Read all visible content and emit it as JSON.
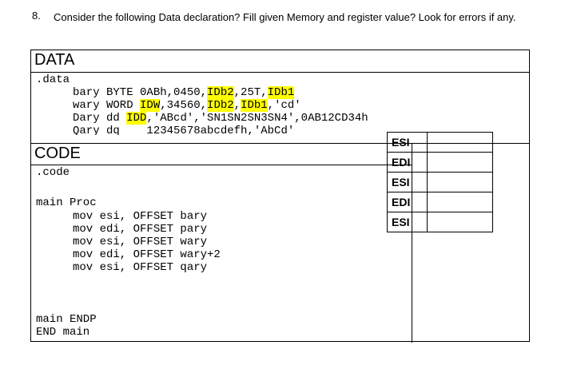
{
  "question": {
    "number": "8.",
    "text": "Consider the following Data declaration? Fill given Memory and register value? Look for errors if any."
  },
  "data_section": {
    "heading": "DATA",
    "directive": ".data",
    "lines": [
      [
        {
          "t": "bary BYTE 0ABh,0450,"
        },
        {
          "t": "IDb2",
          "hl": true
        },
        {
          "t": ",25T,"
        },
        {
          "t": "IDb1",
          "hl": true
        }
      ],
      [
        {
          "t": "wary WORD "
        },
        {
          "t": "IDW",
          "hl": true
        },
        {
          "t": ",34560,"
        },
        {
          "t": "IDb2",
          "hl": true
        },
        {
          "t": ","
        },
        {
          "t": "IDb1",
          "hl": true
        },
        {
          "t": ",'cd'"
        }
      ],
      [
        {
          "t": "Dary dd "
        },
        {
          "t": "IDD",
          "hl": true
        },
        {
          "t": ",'ABcd','SN1SN2SN3SN4',0AB12CD34h"
        }
      ],
      [
        {
          "t": "Qary dq    12345678abcdefh,'AbCd'"
        }
      ]
    ]
  },
  "code_section": {
    "heading": "CODE",
    "directive": ".code",
    "proc_start": "main Proc",
    "instructions": [
      "mov esi, OFFSET bary",
      "mov edi, OFFSET pary",
      "mov esi, OFFSET wary",
      "mov edi, OFFSET wary+2",
      "mov esi, OFFSET qary"
    ],
    "proc_end": "main ENDP",
    "end": "END main"
  },
  "registers": [
    {
      "name": "ESI",
      "value": ""
    },
    {
      "name": "EDI",
      "value": ""
    },
    {
      "name": "ESI",
      "value": ""
    },
    {
      "name": "EDI",
      "value": ""
    },
    {
      "name": "ESI",
      "value": ""
    }
  ],
  "colors": {
    "highlight": "#ffff00",
    "border": "#000000"
  }
}
